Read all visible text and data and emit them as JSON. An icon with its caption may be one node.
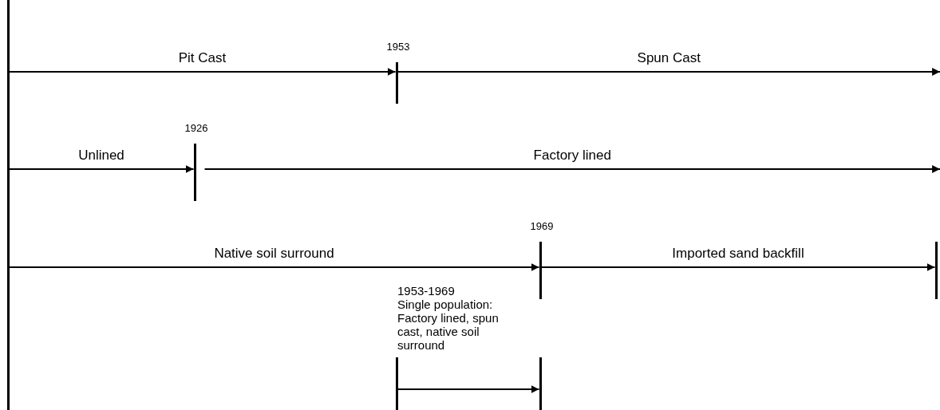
{
  "diagram": {
    "nodes": [
      {
        "text": [],
        "shape": "bar"
      },
      {
        "text": [],
        "shape": "bar",
        "beside": [
          "1953"
        ]
      },
      {
        "text": [],
        "shape": "bar",
        "beside": [
          "1926"
        ]
      },
      {
        "text": [],
        "shape": "bar",
        "beside": [
          "1969"
        ]
      },
      {
        "text": [],
        "shape": "bar"
      },
      {
        "text": [],
        "shape": "bar"
      },
      {
        "text": [],
        "shape": "bar"
      }
    ],
    "edges": [
      {
        "from": 0,
        "to": 1,
        "arrow": "to",
        "label": "Pit Cast"
      },
      {
        "from": 1,
        "to": null,
        "arrow": "to",
        "label": "Spun Cast"
      },
      {
        "from": 0,
        "to": 2,
        "arrow": "to",
        "label": "Unlined"
      },
      {
        "from": 2,
        "to": null,
        "arrow": "to",
        "label": "Factory lined"
      },
      {
        "from": 0,
        "to": 3,
        "arrow": "to",
        "label": "Native soil surround"
      },
      {
        "from": 3,
        "to": 4,
        "arrow": "to",
        "label": "Imported sand backfill"
      },
      {
        "from": 5,
        "to": 6,
        "arrow": "to"
      }
    ],
    "labels": [
      "1953-1969",
      "Single population: Factory lined, spun cast, native soil surround"
    ]
  }
}
